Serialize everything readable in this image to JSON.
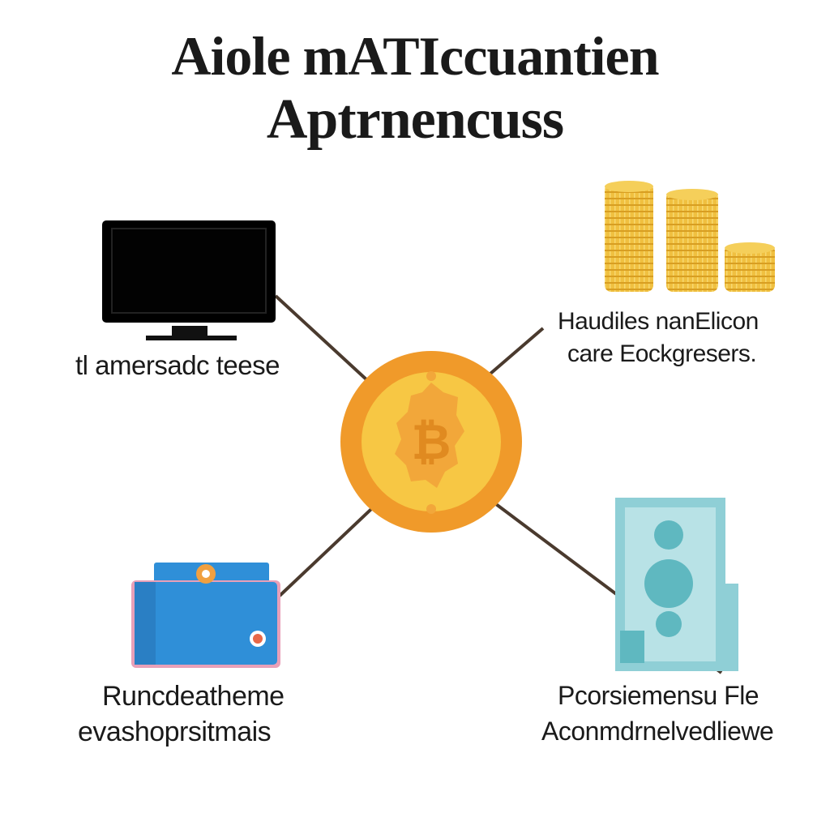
{
  "title": {
    "line1": "Aiole mATIccuantien",
    "line2": "Aptrnencuss"
  },
  "nodes": {
    "monitor": {
      "label": "tl amersadc teese",
      "icon": "monitor-icon"
    },
    "coins": {
      "label_line1": "Haudiles nanElicon",
      "label_line2": "care Eockgresers.",
      "icon": "coin-stacks-icon"
    },
    "card": {
      "label_line1": "Runcdeatheme",
      "label_line2": "evashoprsitmais",
      "icon": "credit-card-icon"
    },
    "bill": {
      "label_line1": "Pcorsiemensu Fle",
      "label_line2": "Aconmdrnelvedliewe",
      "icon": "banknote-icon"
    },
    "center": {
      "icon": "bitcoin-coin-icon"
    }
  },
  "colors": {
    "text": "#1a1a1a",
    "connector": "#4a3a2e",
    "coin_outer": "#f09a2a",
    "coin_inner": "#f7c744",
    "coin_shape": "#f2a73a",
    "gold": "#f0c040",
    "card_blue": "#2f8fd8",
    "card_pink": "#e8a0b8",
    "bill_teal": "#8fcfd6",
    "monitor": "#000000"
  }
}
